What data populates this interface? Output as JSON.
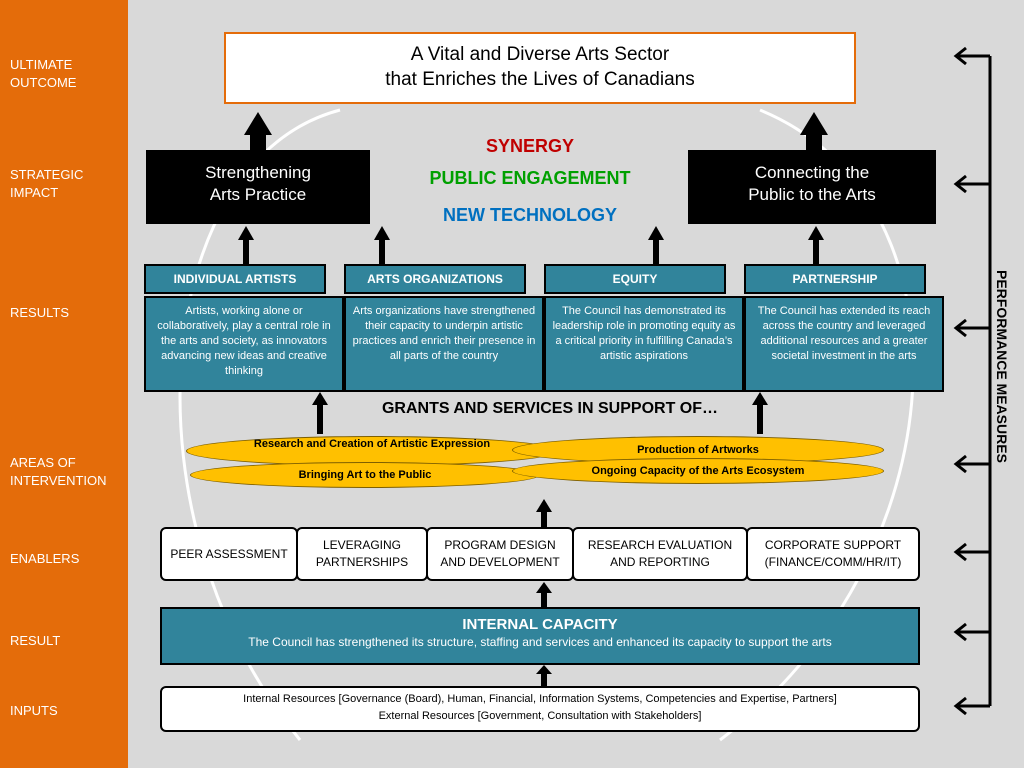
{
  "sidebar": {
    "labels": [
      "ULTIMATE\nOUTCOME",
      "STRATEGIC\nIMPACT",
      "RESULTS",
      "AREAS OF\nINTERVENTION",
      "ENABLERS",
      "RESULT",
      "INPUTS"
    ]
  },
  "ultimate_outcome": "A Vital and Diverse Arts Sector\nthat Enriches the Lives of Canadians",
  "strategic_impact": {
    "left": "Strengthening\nArts Practice",
    "right": "Connecting the\nPublic to the Arts"
  },
  "themes": {
    "synergy": "SYNERGY",
    "public_engagement": "PUBLIC ENGAGEMENT",
    "new_technology": "NEW TECHNOLOGY",
    "colors": {
      "synergy": "#c00000",
      "public_engagement": "#00a000",
      "new_technology": "#0070c0"
    }
  },
  "results": [
    {
      "title": "INDIVIDUAL ARTISTS",
      "text": "Artists, working alone or collaboratively, play a central role in the arts and society, as innovators advancing new ideas and creative thinking"
    },
    {
      "title": "ARTS ORGANIZATIONS",
      "text": "Arts organizations have strengthened their capacity to underpin artistic practices and enrich their presence in all parts of the country"
    },
    {
      "title": "EQUITY",
      "text": "The Council has demonstrated its leadership role in promoting equity as a critical priority in fulfilling Canada’s artistic aspirations"
    },
    {
      "title": "PARTNERSHIP",
      "text": "The Council has extended its reach across the country and leveraged additional resources and a greater societal investment in the arts"
    }
  ],
  "grants_heading": "GRANTS AND SERVICES IN SUPPORT OF…",
  "areas": [
    "Research and Creation of Artistic Expression",
    "Production of Artworks",
    "Bringing Art to the Public",
    "Ongoing Capacity of the Arts Ecosystem"
  ],
  "enablers": [
    "PEER ASSESSMENT",
    "LEVERAGING\nPARTNERSHIPS",
    "PROGRAM DESIGN\nAND DEVELOPMENT",
    "RESEARCH EVALUATION\nAND REPORTING",
    "CORPORATE SUPPORT\n(FINANCE/COMM/HR/IT)"
  ],
  "internal_capacity": {
    "title": "INTERNAL CAPACITY",
    "text": "The Council has strengthened its structure, staffing and services and enhanced its capacity to support the arts"
  },
  "inputs": {
    "internal": "Internal Resources [Governance (Board), Human, Financial, Information Systems, Competencies and Expertise, Partners]",
    "external": "External Resources [Government, Consultation with Stakeholders]"
  },
  "performance_measures": "PERFORMANCE MEASURES",
  "colors": {
    "sidebar": "#e46c0a",
    "teal": "#31849b",
    "ellipse": "#ffc000"
  }
}
